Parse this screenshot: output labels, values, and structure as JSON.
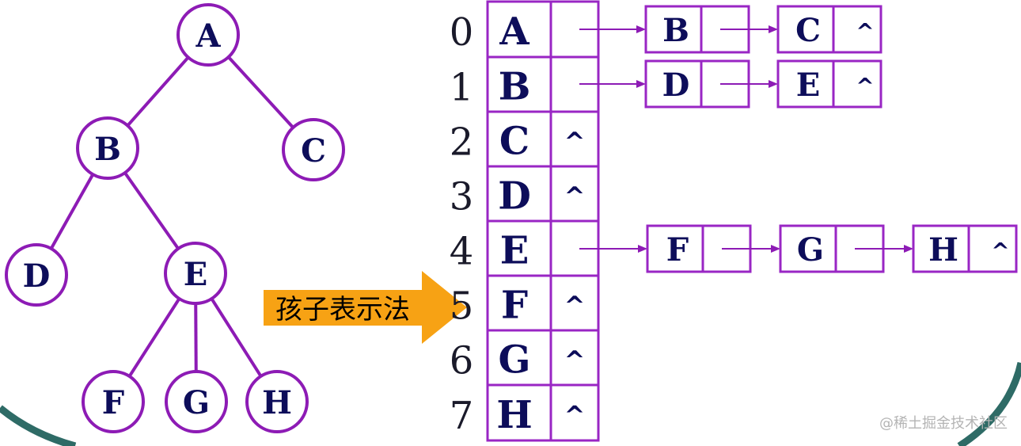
{
  "colors": {
    "tree_stroke": "#8d1bb5",
    "table_stroke": "#9926c4",
    "text": "#0d0d5a",
    "arrow_fill": "#f7a214",
    "corner": "#2e6b66"
  },
  "tree": {
    "nodes": [
      "A",
      "B",
      "C",
      "D",
      "E",
      "F",
      "G",
      "H"
    ],
    "edges": [
      [
        "A",
        "B"
      ],
      [
        "A",
        "C"
      ],
      [
        "B",
        "D"
      ],
      [
        "B",
        "E"
      ],
      [
        "E",
        "F"
      ],
      [
        "E",
        "G"
      ],
      [
        "E",
        "H"
      ]
    ]
  },
  "banner": {
    "label": "孩子表示法",
    "icon": "right-arrow-icon"
  },
  "table": {
    "indices": [
      "0",
      "1",
      "2",
      "3",
      "4",
      "5",
      "6",
      "7"
    ],
    "rows": [
      {
        "data": "A",
        "null_marker": ""
      },
      {
        "data": "B",
        "null_marker": ""
      },
      {
        "data": "C",
        "null_marker": "^"
      },
      {
        "data": "D",
        "null_marker": "^"
      },
      {
        "data": "E",
        "null_marker": ""
      },
      {
        "data": "F",
        "null_marker": "^"
      },
      {
        "data": "G",
        "null_marker": "^"
      },
      {
        "data": "H",
        "null_marker": "^"
      }
    ]
  },
  "child_lists": [
    {
      "row": 0,
      "nodes": [
        {
          "data": "B",
          "null_marker": ""
        },
        {
          "data": "C",
          "null_marker": "^"
        }
      ]
    },
    {
      "row": 1,
      "nodes": [
        {
          "data": "D",
          "null_marker": ""
        },
        {
          "data": "E",
          "null_marker": "^"
        }
      ]
    },
    {
      "row": 4,
      "nodes": [
        {
          "data": "F",
          "null_marker": ""
        },
        {
          "data": "G",
          "null_marker": ""
        },
        {
          "data": "H",
          "null_marker": "^"
        }
      ]
    }
  ],
  "watermark": "@稀土掘金技术社区"
}
